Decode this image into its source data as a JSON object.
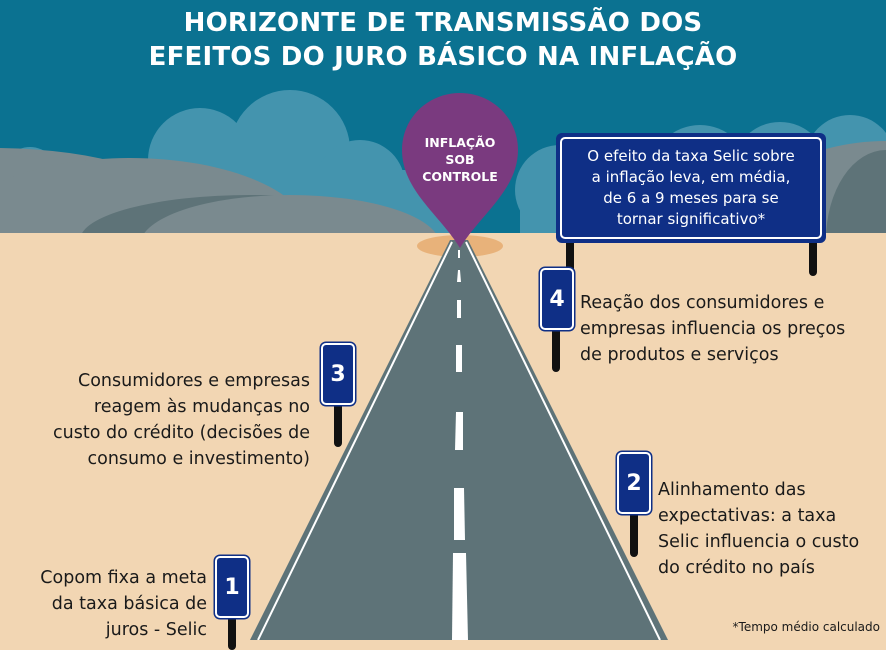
{
  "title": {
    "line1": "HORIZONTE DE TRANSMISSÃO DOS",
    "line2": "EFEITOS DO JURO BÁSICO NA INFLAÇÃO"
  },
  "destination_pin": {
    "line1": "INFLAÇÃO",
    "line2": "SOB",
    "line3": "CONTROLE",
    "color": "#7a3a7f"
  },
  "info_sign": {
    "line1": "O efeito da taxa Selic sobre",
    "line2": "a inflação leva, em média,",
    "line3": "de 6 a 9 meses para se",
    "line4": "tornar significativo*"
  },
  "steps": [
    {
      "number": "1",
      "lines": [
        "Copom fixa a meta",
        "da taxa básica de",
        "juros - Selic"
      ]
    },
    {
      "number": "2",
      "lines": [
        "Alinhamento das",
        "expectativas: a taxa",
        "Selic influencia o custo",
        "do crédito no país"
      ]
    },
    {
      "number": "3",
      "lines": [
        "Consumidores e empresas",
        "reagem às mudanças no",
        "custo do crédito (decisões de",
        "consumo e investimento)"
      ]
    },
    {
      "number": "4",
      "lines": [
        "Reação dos consumidores e",
        "empresas influencia os preços",
        "de produtos e serviços"
      ]
    }
  ],
  "footnote": "*Tempo médio calculado",
  "colors": {
    "sky": "#0b7291",
    "clouds": "#4494ae",
    "hills": "#7a8a8f",
    "hills_dark": "#5e7378",
    "ground": "#f2d6b3",
    "road": "#5e7378",
    "sign_blue": "#0f2f86",
    "pin_purple": "#7a3a7f",
    "shadow_orange": "#e8b27a"
  }
}
